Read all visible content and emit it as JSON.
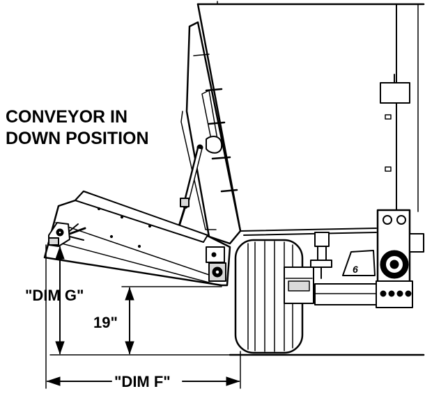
{
  "title": {
    "line1": "CONVEYOR IN",
    "line2": "DOWN POSITION"
  },
  "dimensions": {
    "dim_g": "\"DIM G\"",
    "height": "19\"",
    "dim_f": "\"DIM F\""
  },
  "decal_number": "6"
}
